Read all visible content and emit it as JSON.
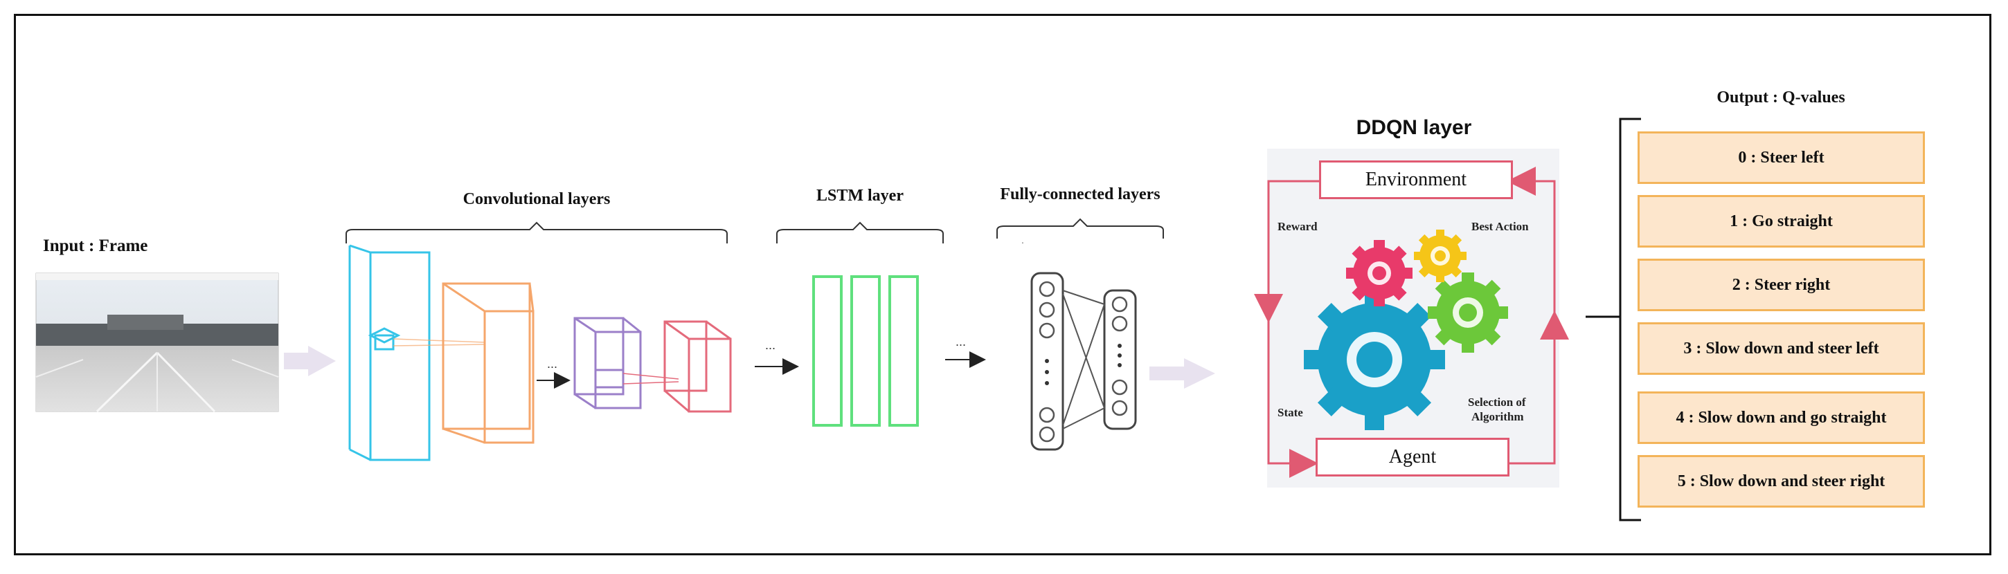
{
  "input": {
    "label": "Input : Frame"
  },
  "conv": {
    "label": "Convolutional layers",
    "ellipsis": "..."
  },
  "lstm": {
    "label": "LSTM layer",
    "ellipsis": "..."
  },
  "fc": {
    "label": "Fully-connected layers",
    "ellipsis": "..."
  },
  "ddqn": {
    "title": "DDQN layer",
    "environment": "Environment",
    "agent": "Agent",
    "reward": "Reward",
    "best_action": "Best Action",
    "state": "State",
    "selection_line1": "Selection of",
    "selection_line2": "Algorithm"
  },
  "output": {
    "title": "Output : Q-values",
    "items": [
      "0 : Steer left",
      "1 : Go straight",
      "2 : Steer right",
      "3 : Slow down and steer left",
      "4 : Slow down and go straight",
      "5 : Slow down and steer right"
    ]
  },
  "colors": {
    "conv_cyan": "#35c4e8",
    "conv_orange": "#f5a66b",
    "conv_purple": "#9b7fc9",
    "conv_red": "#e46a7b",
    "lstm_green": "#5fe07d",
    "cycle_pink": "#e05a72",
    "gear_blue": "#1aa0c8",
    "gear_green": "#6cc83a",
    "gear_pink": "#e83a6a",
    "gear_yellow": "#f5c518",
    "qbox_fill": "#fde6cc",
    "qbox_border": "#f3b45a"
  }
}
